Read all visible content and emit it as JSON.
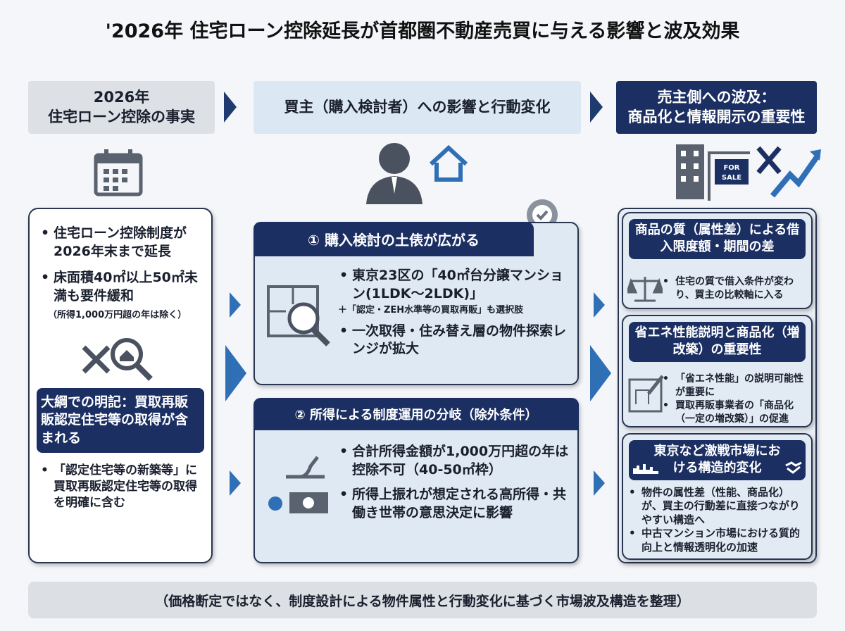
{
  "title": "'2026年 住宅ローン控除延長が首都圏不動産売買に与える影響と波及効果",
  "headers": {
    "left": "2026年\n住宅ローン控除の事実",
    "middle": "買主（購入検討者）への影響と行動変化",
    "right": "売主側への波及：\n商品化と情報開示の重要性"
  },
  "left": {
    "bullets": [
      "住宅ローン控除制度が2026年末まで延長",
      "床面積40㎡以上50㎡未満も要件緩和"
    ],
    "note": "（所得1,000万円超の年は除く）",
    "highlight": "大綱での明記：買取再販販認定住宅等の取得が含まれる",
    "bullets2": [
      "「認定住宅等の新築等」に買取再販認定住宅等の取得を明確に含む"
    ]
  },
  "middle": {
    "panel1": {
      "title": "① 購入検討の土俵が広がる",
      "bullets": [
        "東京23区の「40㎡台分譲マンション(1LDK〜2LDK)」"
      ],
      "note": "＋「認定・ZEH水準等の買取再販」も選択肢",
      "bullets2": [
        "一次取得・住み替え層の物件探索レンジが拡大"
      ]
    },
    "panel2": {
      "title": "② 所得による制度運用の分岐（除外条件）",
      "bullets": [
        "合計所得金額が1,000万円超の年は控除不可（40-50㎡枠）",
        "所得上振れが想定される高所得・共働き世帯の意思決定に影響"
      ]
    }
  },
  "right": {
    "panels": [
      {
        "title": "商品の質（属性差）による借入限度額・期間の差",
        "bullets": [
          "住宅の質で借入条件が変わり、買主の比較軸に入る"
        ]
      },
      {
        "title": "省エネ性能説明と商品化（増改築）の重要性",
        "bullets": [
          "「省エネ性能」の説明可能性が重要に",
          "買取再販事業者の「商品化（一定の増改築）」の促進"
        ]
      },
      {
        "title": "東京など激戦市場における構造的変化",
        "bullets": [
          "物件の属性差（性能、商品化）が、買主の行動差に直接つながりやすい構造へ",
          "中古マンション市場における質的向上と情報透明化の加速"
        ]
      }
    ],
    "sign": "FOR SALE"
  },
  "footer": "（価格断定ではなく、制度設計による物件属性と行動変化に基づく市場波及構造を整理）",
  "colors": {
    "navy": "#1b2f63",
    "accent": "#2f6fb5",
    "light": "#dfe9f3"
  }
}
